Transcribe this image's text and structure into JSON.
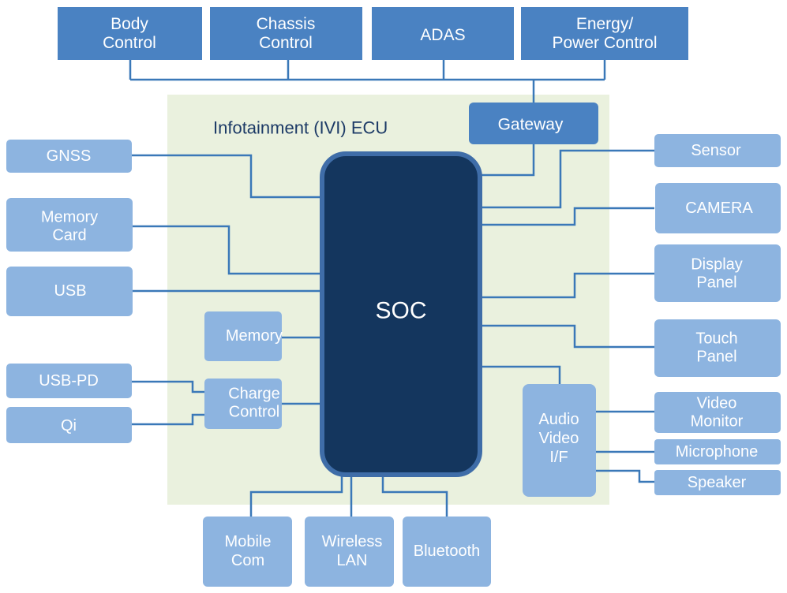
{
  "ecu_title": "Infotainment (IVI) ECU",
  "soc": "SOC",
  "gateway": "Gateway",
  "top": {
    "body_control": [
      "Body",
      "Control"
    ],
    "chassis_control": [
      "Chassis",
      "Control"
    ],
    "adas": [
      "ADAS"
    ],
    "energy_control": [
      "Energy/",
      "Power Control"
    ]
  },
  "left": {
    "gnss": [
      "GNSS"
    ],
    "memory_card": [
      "Memory",
      "Card"
    ],
    "usb": [
      "USB"
    ],
    "usb_pd": [
      "USB-PD"
    ],
    "qi": [
      "Qi"
    ]
  },
  "inner": {
    "memory": [
      "Memory"
    ],
    "charge_control": [
      "Charge",
      "Control"
    ],
    "audio_video": [
      "Audio",
      "Video",
      "I/F"
    ]
  },
  "right": {
    "sensor": [
      "Sensor"
    ],
    "camera": [
      "CAMERA"
    ],
    "display_panel": [
      "Display",
      "Panel"
    ],
    "touch_panel": [
      "Touch",
      "Panel"
    ],
    "video_monitor": [
      "Video",
      "Monitor"
    ],
    "microphone": [
      "Microphone"
    ],
    "speaker": [
      "Speaker"
    ]
  },
  "bottom": {
    "mobile_com": [
      "Mobile",
      "Com"
    ],
    "wireless_lan": [
      "Wireless",
      "LAN"
    ],
    "bluetooth": [
      "Bluetooth"
    ]
  }
}
